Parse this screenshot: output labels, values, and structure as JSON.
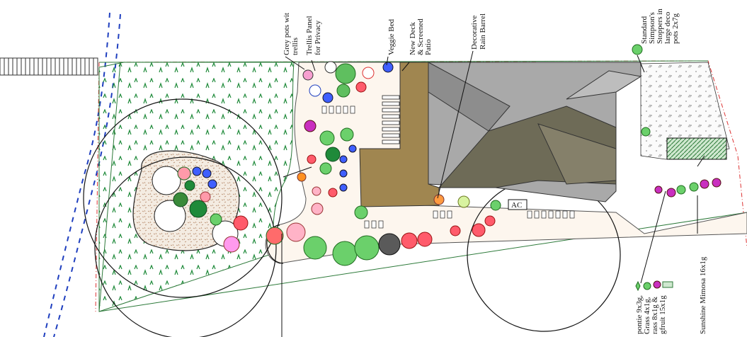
{
  "labels": {
    "grey_pots": [
      "Grey pots wit",
      "trellis"
    ],
    "trellis_panel": [
      "Trellis Panel",
      "for Privacy"
    ],
    "veggie_bed": [
      "Veggie Bed"
    ],
    "new_deck": [
      "New Deck",
      "& Screened",
      "Patio"
    ],
    "rain_barrel": [
      "Decorative",
      "Rain Barrel"
    ],
    "stoppers": [
      "Standard",
      "Simpson's",
      "Stoppers in",
      "large deco",
      "pots 2x7g"
    ],
    "ac_unit": "AC",
    "sunshine_mimosa": "Sunshine Mimosa 16x1g",
    "legend_bottom": [
      "pontie 9x3g,",
      "Grass 4x1g,",
      "rass 8x1g &",
      "gfruit 15x1g"
    ]
  },
  "colors": {
    "lawn": "#1f8a3a",
    "mulch": "#c9a98a",
    "deck": "#a08650",
    "roof": "#a9a9a9",
    "roof_dark": "#6e6b57",
    "water": "#1f3fbf",
    "property_line": "#d33"
  }
}
